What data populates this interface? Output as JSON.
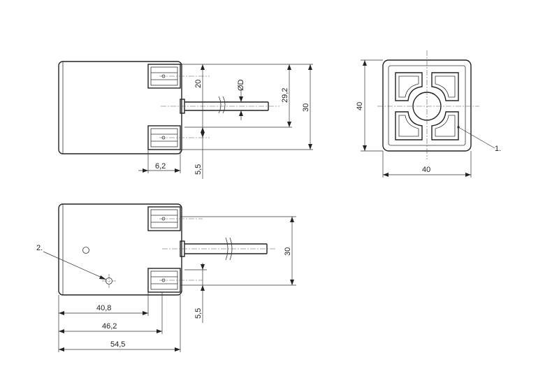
{
  "labels": {
    "d20": "20",
    "dDiameter": "ØD",
    "d29_2": "29,2",
    "d30_side": "30",
    "d6_2": "6,2",
    "d5_5_top": "5,5",
    "d40_vert": "40",
    "d40_horiz": "40",
    "callout1": "1.",
    "callout2": "2.",
    "d30_bottom": "30",
    "d5_5_bottom": "5,5",
    "d40_8": "40,8",
    "d46_2": "46,2",
    "d54_5": "54,5"
  }
}
